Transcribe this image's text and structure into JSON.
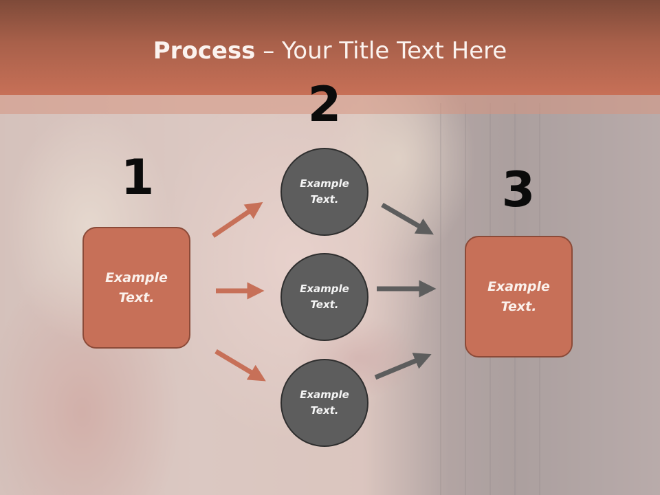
{
  "title": {
    "bold": "Process",
    "rest": " – Your Title Text Here"
  },
  "steps": {
    "one": "1",
    "two": "2",
    "three": "3"
  },
  "boxes": {
    "left": "Example\nText.",
    "right": "Example\nText."
  },
  "circles": {
    "top": "Example\nText.",
    "middle": "Example\nText.",
    "bottom": "Example\nText."
  },
  "colors": {
    "title_band": "#c77057",
    "box_fill": "#c77058",
    "circle_fill": "#5d5d5d",
    "arrow_left": "#c77058",
    "arrow_right": "#5d5d5d"
  }
}
